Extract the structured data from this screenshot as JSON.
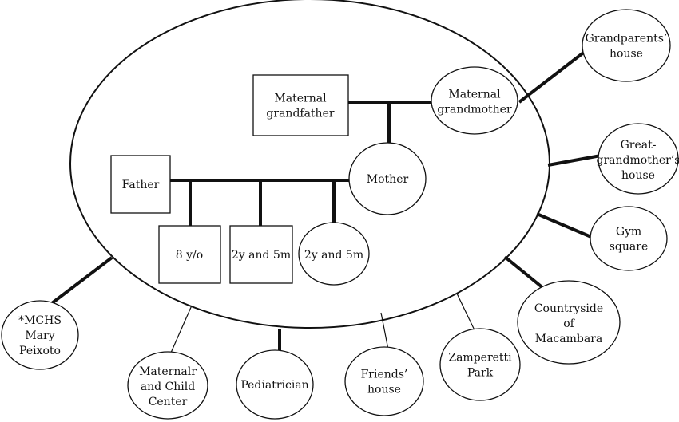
{
  "family": {
    "maternal_grandfather": [
      "Maternal",
      "grandfather"
    ],
    "maternal_grandmother": [
      "Maternal",
      "grandmother"
    ],
    "mother": [
      "Mother"
    ],
    "father": [
      "Father"
    ],
    "child_1": [
      "8 y/o"
    ],
    "child_2": [
      "2y and 5m"
    ],
    "child_3": [
      "2y and 5m"
    ]
  },
  "external": {
    "grandparents_house": [
      "Grandparents’",
      "house"
    ],
    "great_grandmothers_house": [
      "Great-",
      "grandmother’s",
      "house"
    ],
    "gym_square": [
      "Gym",
      "square"
    ],
    "countryside": [
      "Countryside",
      "of",
      "Macambara"
    ],
    "zamperetti_park": [
      "Zamperetti",
      "Park"
    ],
    "friends_house": [
      "Friends’",
      "house"
    ],
    "pediatrician": [
      "Pediatrician"
    ],
    "maternal_child_center": [
      "Maternalr",
      "and Child",
      "Center"
    ],
    "mchs": [
      "*MCHS",
      "Mary",
      "Peixoto"
    ]
  }
}
